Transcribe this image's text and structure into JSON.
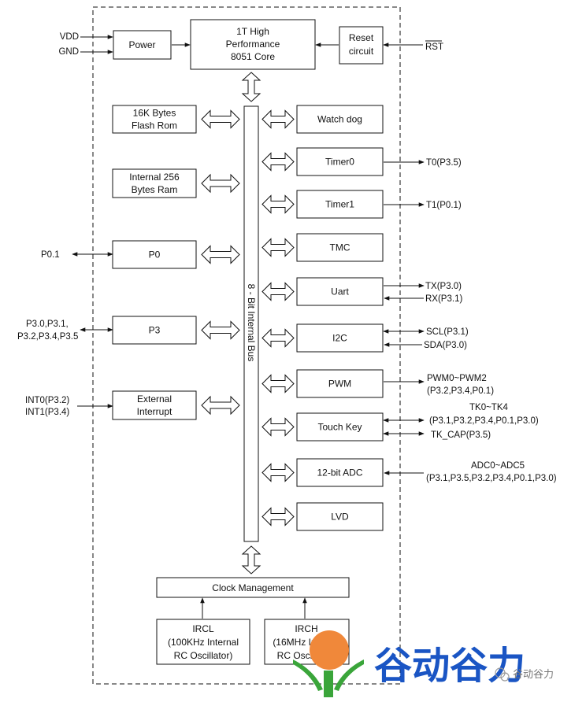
{
  "core": {
    "lines": [
      "1T High",
      "Performance",
      "8051 Core"
    ]
  },
  "power": {
    "label": "Power",
    "inputs": [
      "VDD",
      "GND"
    ]
  },
  "reset": {
    "lines": [
      "Reset",
      "circuit"
    ],
    "pin": "RST"
  },
  "bus": {
    "label": "8 - Bit Internal Bus"
  },
  "left_blocks": [
    {
      "id": "flash",
      "lines": [
        "16K Bytes",
        "Flash Rom"
      ]
    },
    {
      "id": "ram",
      "lines": [
        "Internal 256",
        "Bytes Ram"
      ]
    },
    {
      "id": "p0",
      "lines": [
        "P0"
      ],
      "ext": [
        "P0.1"
      ]
    },
    {
      "id": "p3",
      "lines": [
        "P3"
      ],
      "ext": [
        "P3.0,P3.1,",
        "P3.2,P3.4,P3.5"
      ]
    },
    {
      "id": "extint",
      "lines": [
        "External",
        "Interrupt"
      ],
      "ext": [
        "INT0(P3.2)",
        "INT1(P3.4)"
      ]
    }
  ],
  "right_blocks": [
    {
      "id": "watchdog",
      "label": "Watch dog",
      "ext": []
    },
    {
      "id": "timer0",
      "label": "Timer0",
      "ext": [
        "T0(P3.5)"
      ]
    },
    {
      "id": "timer1",
      "label": "Timer1",
      "ext": [
        "T1(P0.1)"
      ]
    },
    {
      "id": "tmc",
      "label": "TMC",
      "ext": []
    },
    {
      "id": "uart",
      "label": "Uart",
      "ext": [
        "TX(P3.0)",
        "RX(P3.1)"
      ]
    },
    {
      "id": "i2c",
      "label": "I2C",
      "ext": [
        "SCL(P3.1)",
        "SDA(P3.0)"
      ]
    },
    {
      "id": "pwm",
      "label": "PWM",
      "ext": [
        "PWM0~PWM2",
        "(P3.2,P3.4,P0.1)"
      ]
    },
    {
      "id": "touchkey",
      "label": "Touch Key",
      "ext": [
        "TK0~TK4",
        "(P3.1,P3.2,P3.4,P0.1,P3.0)",
        "TK_CAP(P3.5)"
      ]
    },
    {
      "id": "adc",
      "label": "12-bit ADC",
      "ext": [
        "ADC0~ADC5",
        "(P3.1,P3.5,P3.2,P3.4,P0.1,P3.0)"
      ]
    },
    {
      "id": "lvd",
      "label": "LVD",
      "ext": []
    }
  ],
  "clock": {
    "label": "Clock Management"
  },
  "ircl": {
    "lines": [
      "IRCL",
      "(100KHz Internal",
      "RC Oscillator)"
    ]
  },
  "irch": {
    "lines": [
      "IRCH",
      "(16MHz Internal",
      "RC Oscillator)"
    ]
  },
  "watermark": {
    "text": "谷动谷力",
    "badge": "谷动谷力"
  },
  "colors": {
    "line": "#111111",
    "watermark_blue": "#1a55c4",
    "logo_orange": "#f0883a",
    "logo_green": "#3aa53a"
  }
}
